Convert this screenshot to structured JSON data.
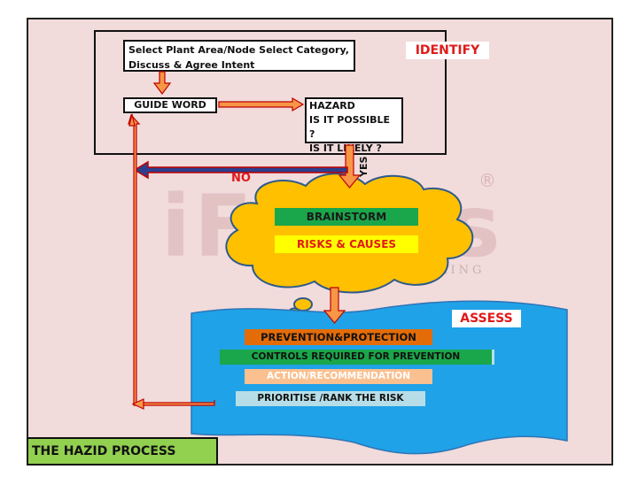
{
  "identify": {
    "title": "IDENTIFY",
    "select_line1": "Select Plant Area/Node  Select Category,",
    "select_line2": "Discuss & Agree Intent",
    "guide_word": "GUIDE WORD",
    "hazard_line1": "HAZARD",
    "hazard_line2": "IS IT POSSIBLE ?",
    "hazard_line3": "IS IT LIKELY ?"
  },
  "decision": {
    "no_label": "NO",
    "yes_label": "YES"
  },
  "brainstorm": {
    "label1": "BRAINSTORM",
    "label2": "RISKS & CAUSES"
  },
  "assess": {
    "title": "ASSESS",
    "items": [
      "PREVENTION&PROTECTION",
      "CONTROLS REQUIRED FOR PREVENTION",
      "ACTION/RECOMMENDATION",
      "PRIORITISE /RANK THE RISK"
    ]
  },
  "footer": {
    "title": "THE HAZID PROCESS"
  },
  "watermark": {
    "brand": "iFluids",
    "sub": "ENGINEERING",
    "reg": "®"
  },
  "colors": {
    "background": "#f1dbdb",
    "arrow_fill": "#f79646",
    "arrow_outline": "#c00000",
    "no_arrow": "#7a2b36",
    "cloud": "#ffc000",
    "assess_panel": "#1fa2e8",
    "brainstorm_bar": "#1aa64a",
    "risk_bar": "#ffff00",
    "prevention_bar": "#e36c09",
    "controls_bar": "#1aa64a",
    "action_bar": "#fac090",
    "prioritise_bar": "#b7dee8",
    "footer_bar": "#92d050",
    "red_text": "#e01a1a"
  }
}
